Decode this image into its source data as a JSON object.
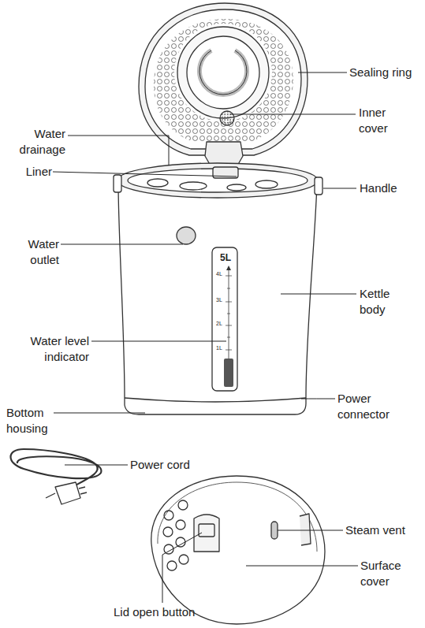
{
  "diagram": {
    "labels": [
      "Sealing ring",
      "Inner cover",
      "Water drainage",
      "Liner",
      "Handle",
      "Water outlet",
      "5L",
      "4L",
      "3L",
      "2L",
      "1L",
      "Kettle body",
      "Water level indicator",
      "Bottom housing",
      "Power connector",
      "Power cord",
      "Steam vent",
      "Surface cover",
      "Lid open button"
    ]
  }
}
